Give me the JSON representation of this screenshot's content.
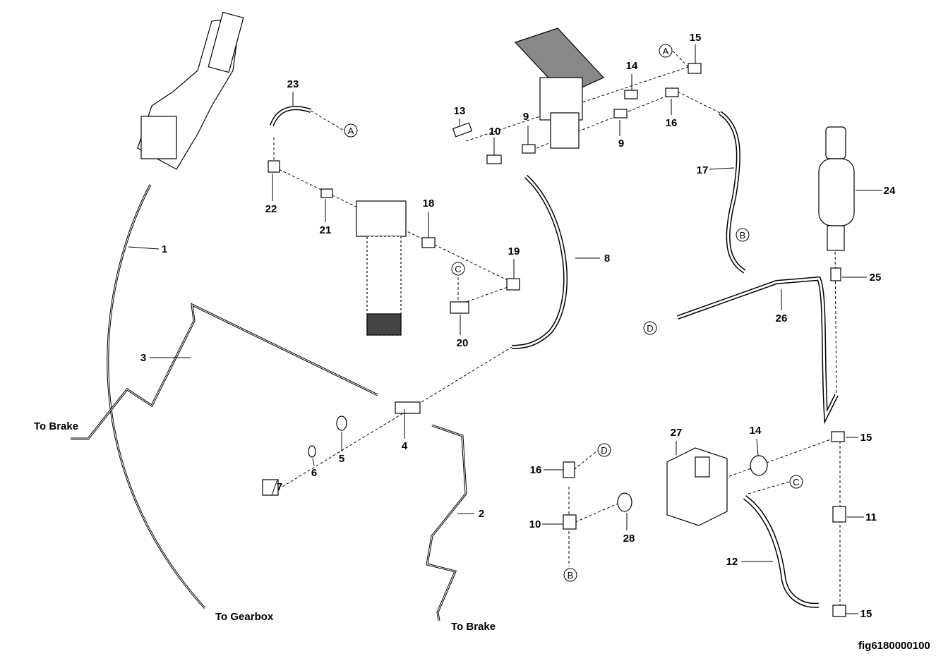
{
  "callouts": [
    "1",
    "2",
    "3",
    "4",
    "5",
    "6",
    "7",
    "8",
    "9",
    "9",
    "10",
    "10",
    "11",
    "12",
    "13",
    "14",
    "14",
    "15",
    "15",
    "15",
    "16",
    "16",
    "17",
    "18",
    "19",
    "20",
    "21",
    "22",
    "23",
    "24",
    "25",
    "26",
    "27",
    "28"
  ],
  "references": [
    "A",
    "A",
    "B",
    "B",
    "C",
    "C",
    "D",
    "D"
  ],
  "notes": {
    "to_brake_left": "To Brake",
    "to_brake_right": "To Brake",
    "to_gearbox": "To Gearbox"
  },
  "figure_id": "fig6180000100"
}
